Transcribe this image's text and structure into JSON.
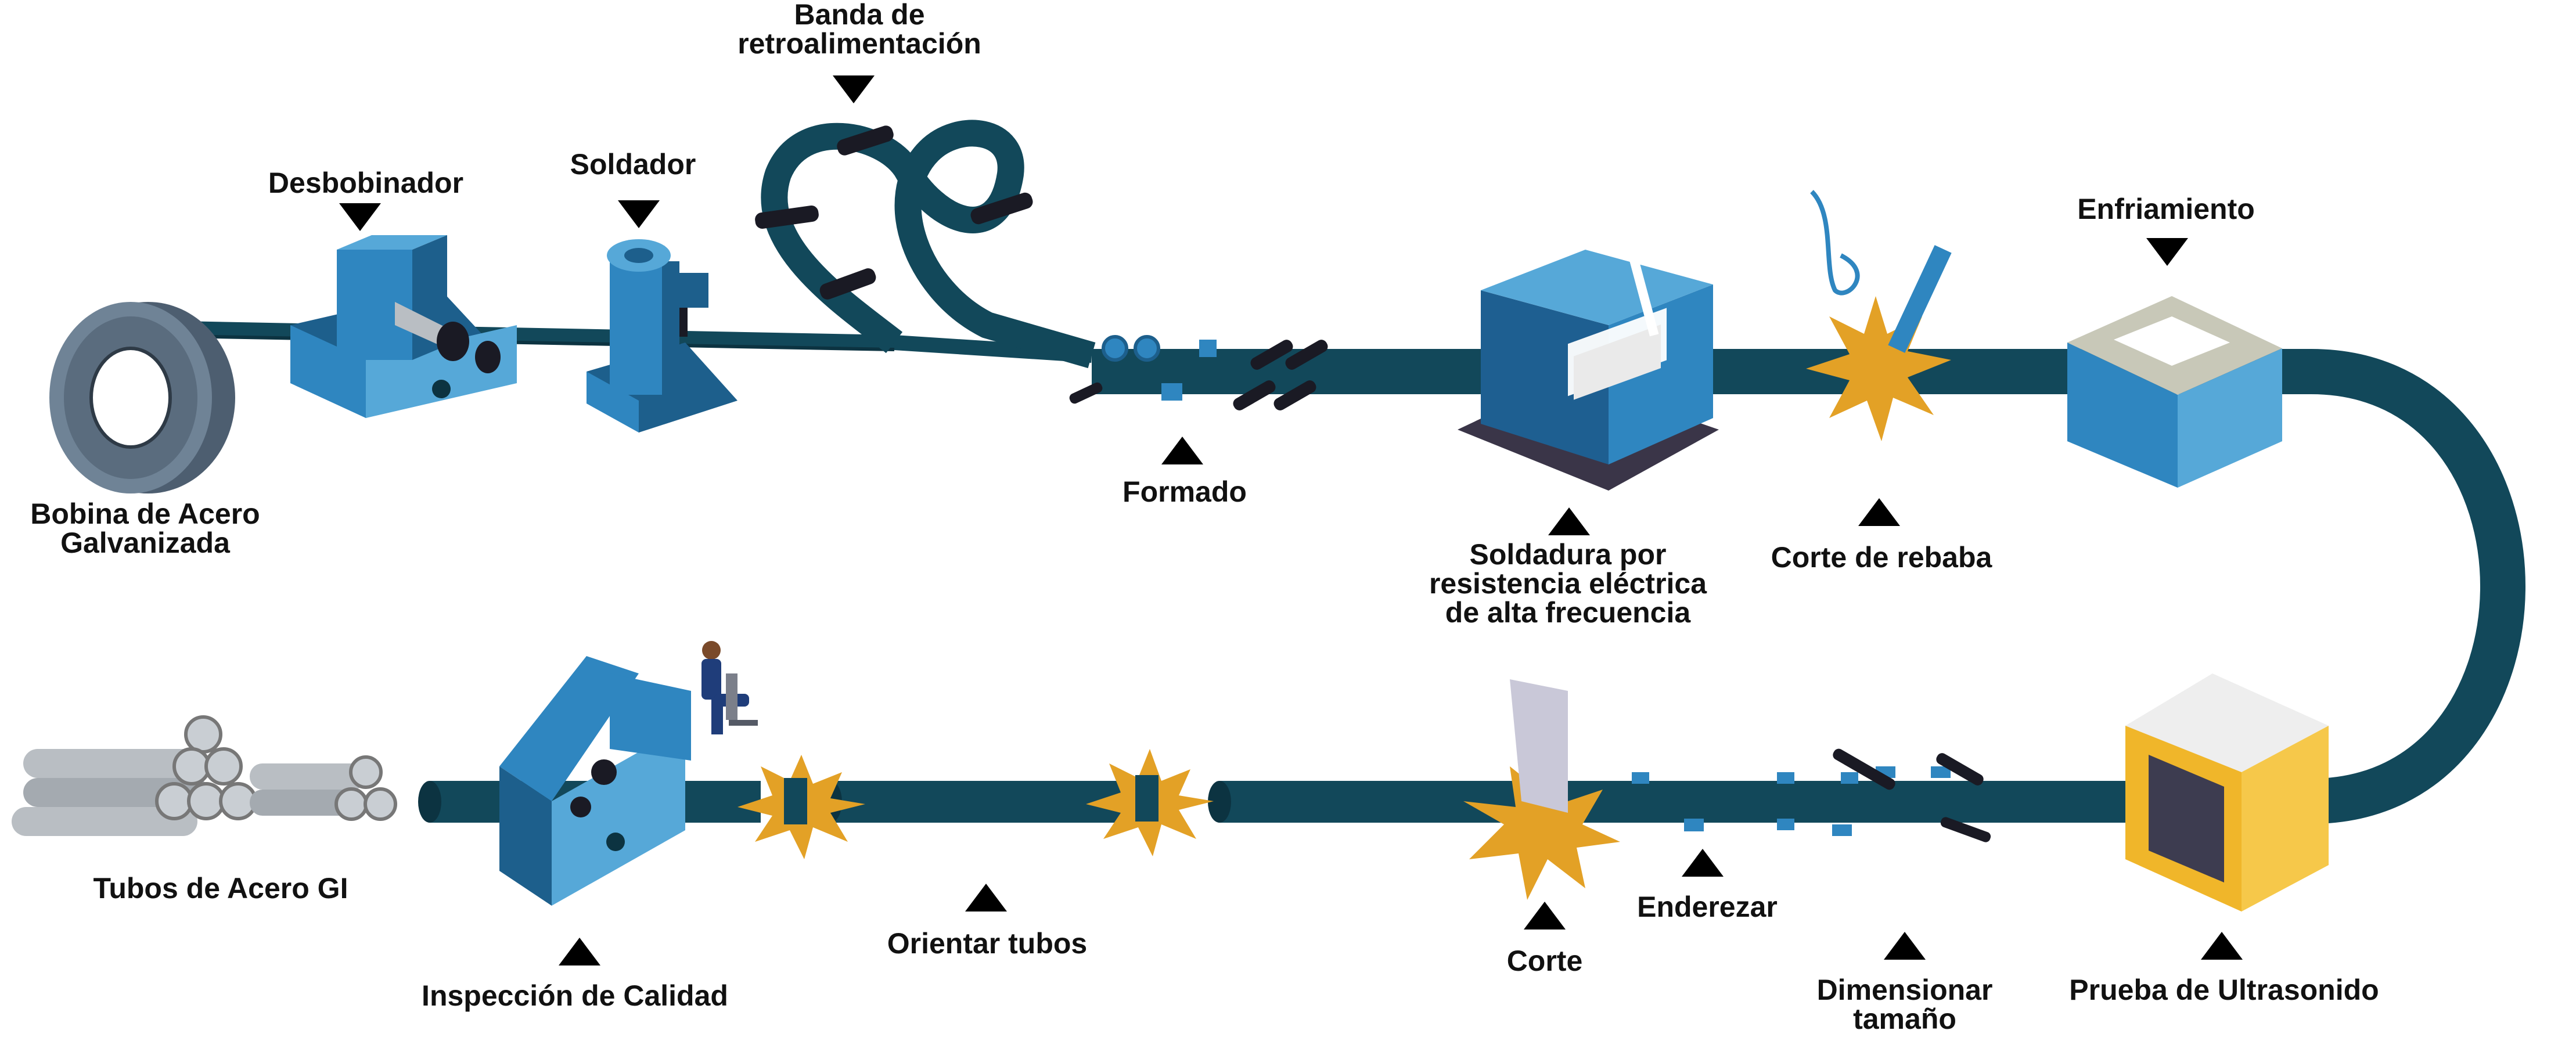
{
  "labels": {
    "coil": [
      "Bobina de Acero",
      "Galvanizada"
    ],
    "uncoiler": "Desbobinador",
    "welder": "Soldador",
    "feedback_band": [
      "Banda de",
      "retroalimentación"
    ],
    "forming": "Formado",
    "hf_welding": [
      "Soldadura por",
      "resistencia  eléctrica",
      "de alta frecuencia"
    ],
    "burr_cut": "Corte de rebaba",
    "cooling": "Enfriamiento",
    "ultrasonic": "Prueba de Ultrasonido",
    "sizing": [
      "Dimensionar",
      "tamaño"
    ],
    "straighten": "Enderezar",
    "cut": "Corte",
    "orient": "Orientar tubos",
    "inspection": "Inspección de Calidad",
    "gi_tubes": "Tubos de Acero GI"
  },
  "colors": {
    "pipe": "#12485a",
    "pipe_dark": "#0c3341",
    "machine_blue": "#2f86c0",
    "machine_light": "#56a8d8",
    "machine_dark": "#1d5f8c",
    "welder_box": "#1e5f91",
    "spark": "#e3a126",
    "ultrasonic_yellow": "#f0b62a",
    "steel": "#b9bec3",
    "roller": "#1a1a24"
  }
}
